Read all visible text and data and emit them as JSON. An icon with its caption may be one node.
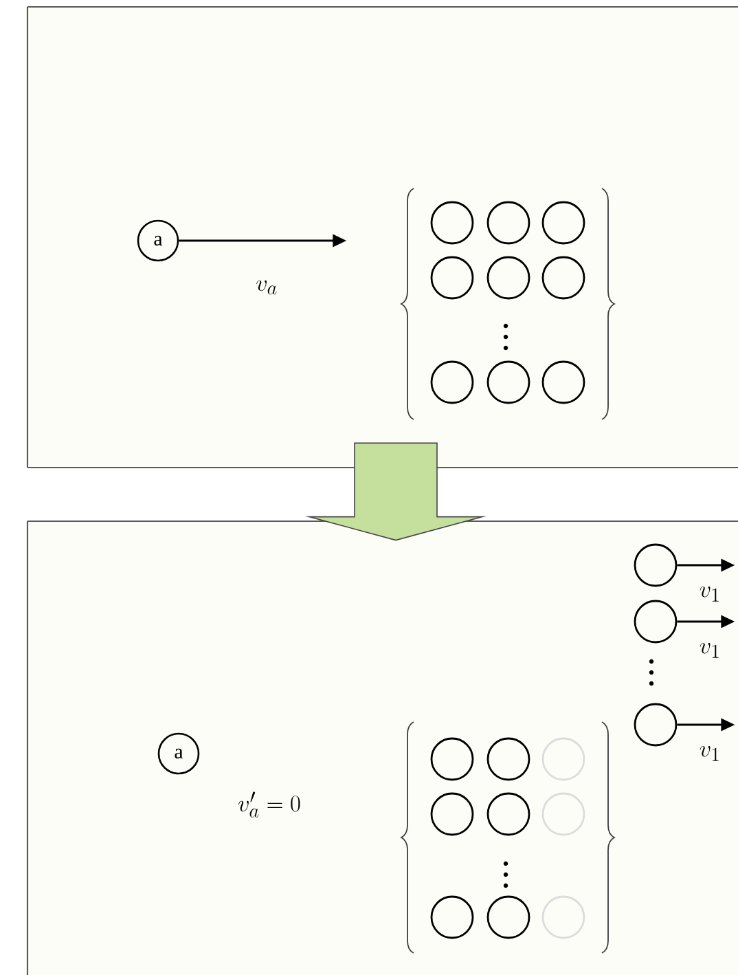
{
  "diagram": {
    "nodes": [
      {
        "text": [],
        "shape": "box"
      },
      {
        "text": [
          "a"
        ],
        "in": 0
      },
      {
        "text": [],
        "shape": "circle",
        "in": 0
      },
      {
        "text": [],
        "shape": "circle",
        "in": 0
      },
      {
        "text": [],
        "shape": "circle",
        "in": 0
      },
      {
        "text": [],
        "shape": "circle",
        "in": 0
      },
      {
        "text": [],
        "shape": "circle",
        "in": 0
      },
      {
        "text": [],
        "shape": "circle",
        "in": 0
      },
      {
        "text": [],
        "shape": "circle",
        "in": 0
      },
      {
        "text": [],
        "shape": "circle",
        "in": 0
      },
      {
        "text": [],
        "shape": "circle",
        "in": 0
      },
      {
        "text": [],
        "shape": "box"
      },
      {
        "text": [],
        "shape": "circle",
        "in": 11
      },
      {
        "text": [],
        "shape": "circle",
        "in": 11
      },
      {
        "text": [],
        "shape": "circle",
        "in": 11
      },
      {
        "text": [
          "a"
        ],
        "in": 11
      },
      {
        "text": [],
        "shape": "circle",
        "in": 11
      },
      {
        "text": [],
        "shape": "circle",
        "in": 11
      },
      {
        "text": [],
        "shape": "circle",
        "in": 11
      },
      {
        "text": [],
        "shape": "circle",
        "in": 11
      },
      {
        "text": [],
        "shape": "circle",
        "in": 11
      },
      {
        "text": [],
        "shape": "circle",
        "in": 11
      },
      {
        "text": [],
        "shape": "circle",
        "in": 11
      },
      {
        "text": [],
        "shape": "circle",
        "in": 11
      },
      {
        "text": [],
        "shape": "circle",
        "in": 11
      }
    ],
    "edges": [
      {
        "from": 0,
        "to": 11,
        "arrow": "to",
        "color": "#c5e09c"
      },
      {
        "from": 1,
        "to": null,
        "arrow": "to",
        "label": "v_a"
      },
      {
        "from": 12,
        "to": null,
        "arrow": "to",
        "label": "v_1"
      },
      {
        "from": 13,
        "to": null,
        "arrow": "to",
        "label": "v_1"
      },
      {
        "from": 14,
        "to": null,
        "arrow": "to",
        "label": "v_1"
      }
    ],
    "labels": [
      "v'_a = 0"
    ]
  }
}
